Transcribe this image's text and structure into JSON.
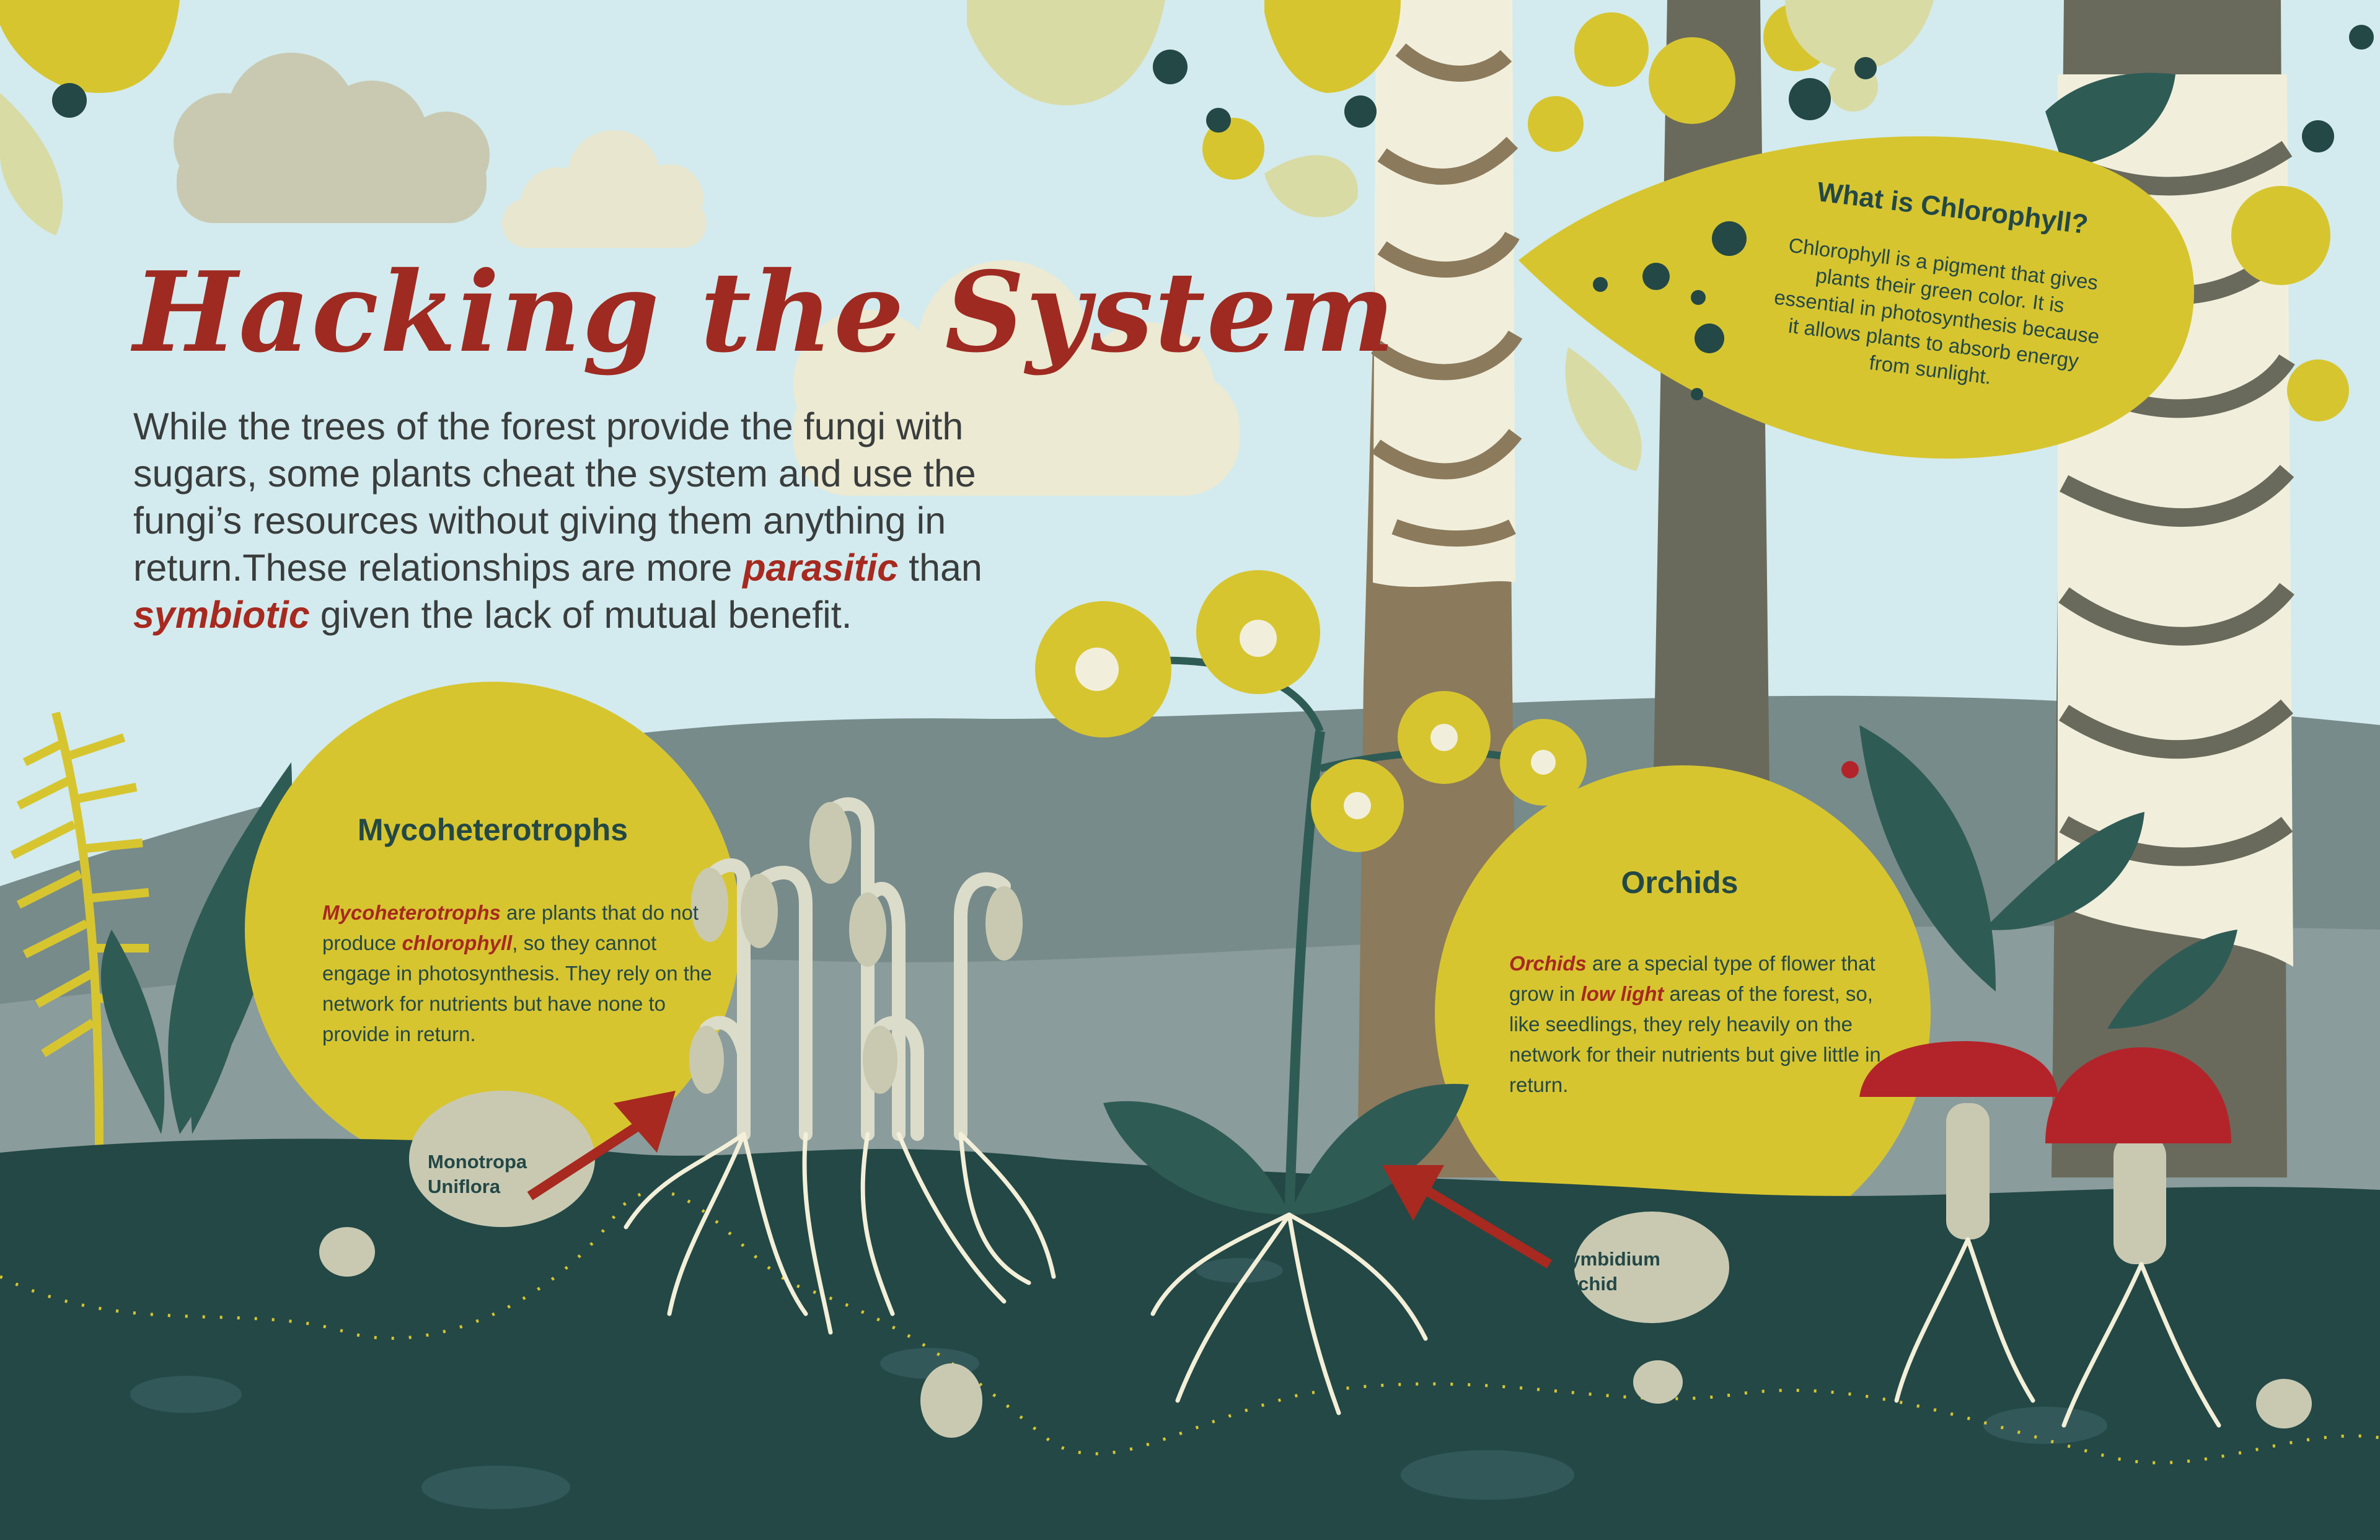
{
  "title": "Hacking the System",
  "intro": {
    "part1": "While the trees of the forest provide the fungi with sugars, some plants cheat the system and use the fungi’s resources without giving them anything in return.These relationships are more ",
    "parasitic": "parasitic",
    "part2": " than ",
    "symbiotic": "symbiotic",
    "part3": " given the lack of mutual benefit."
  },
  "chlorophyll": {
    "title": "What is Chlorophyll?",
    "body": "Chlorophyll is a pigment that gives plants their green color. It is essential in photosynthesis because it allows plants to absorb energy from sunlight."
  },
  "mycoheterotrophs": {
    "title": "Mycoheterotrophs",
    "term": "Mycoheterotrophs",
    "part1": " are plants that do not produce ",
    "chlorophyll": "chlorophyll",
    "part2": ", so they cannot engage in photosynthesis. They rely on the network for nutrients but have none to provide in return."
  },
  "orchids": {
    "title": "Orchids",
    "term": "Orchids",
    "part1": " are a special type of flower that grow in ",
    "low_light": "low light",
    "part2": " areas of the forest, so, like seedlings, they rely heavily on the network for their nutrients but give little in return."
  },
  "labels": {
    "monotropa_line1": "Monotropa",
    "monotropa_line2": "Uniflora",
    "cymbidium_line1": "Cymbidium",
    "cymbidium_line2": "Orchid"
  },
  "colors": {
    "sky": "#d3ebee",
    "hill_far": "#778b8a",
    "hill_near": "#8a9c9b",
    "soil": "#234846",
    "yellow_circle": "#d7c530",
    "title_red": "#9f2a21",
    "highlight_red": "#a7291f",
    "dark_teal": "#234846",
    "root_cream": "#f3efd8",
    "trunk_brown": "#8c7a5c",
    "trunk_gray": "#6a6a5c",
    "mushroom_red": "#b3242a"
  }
}
